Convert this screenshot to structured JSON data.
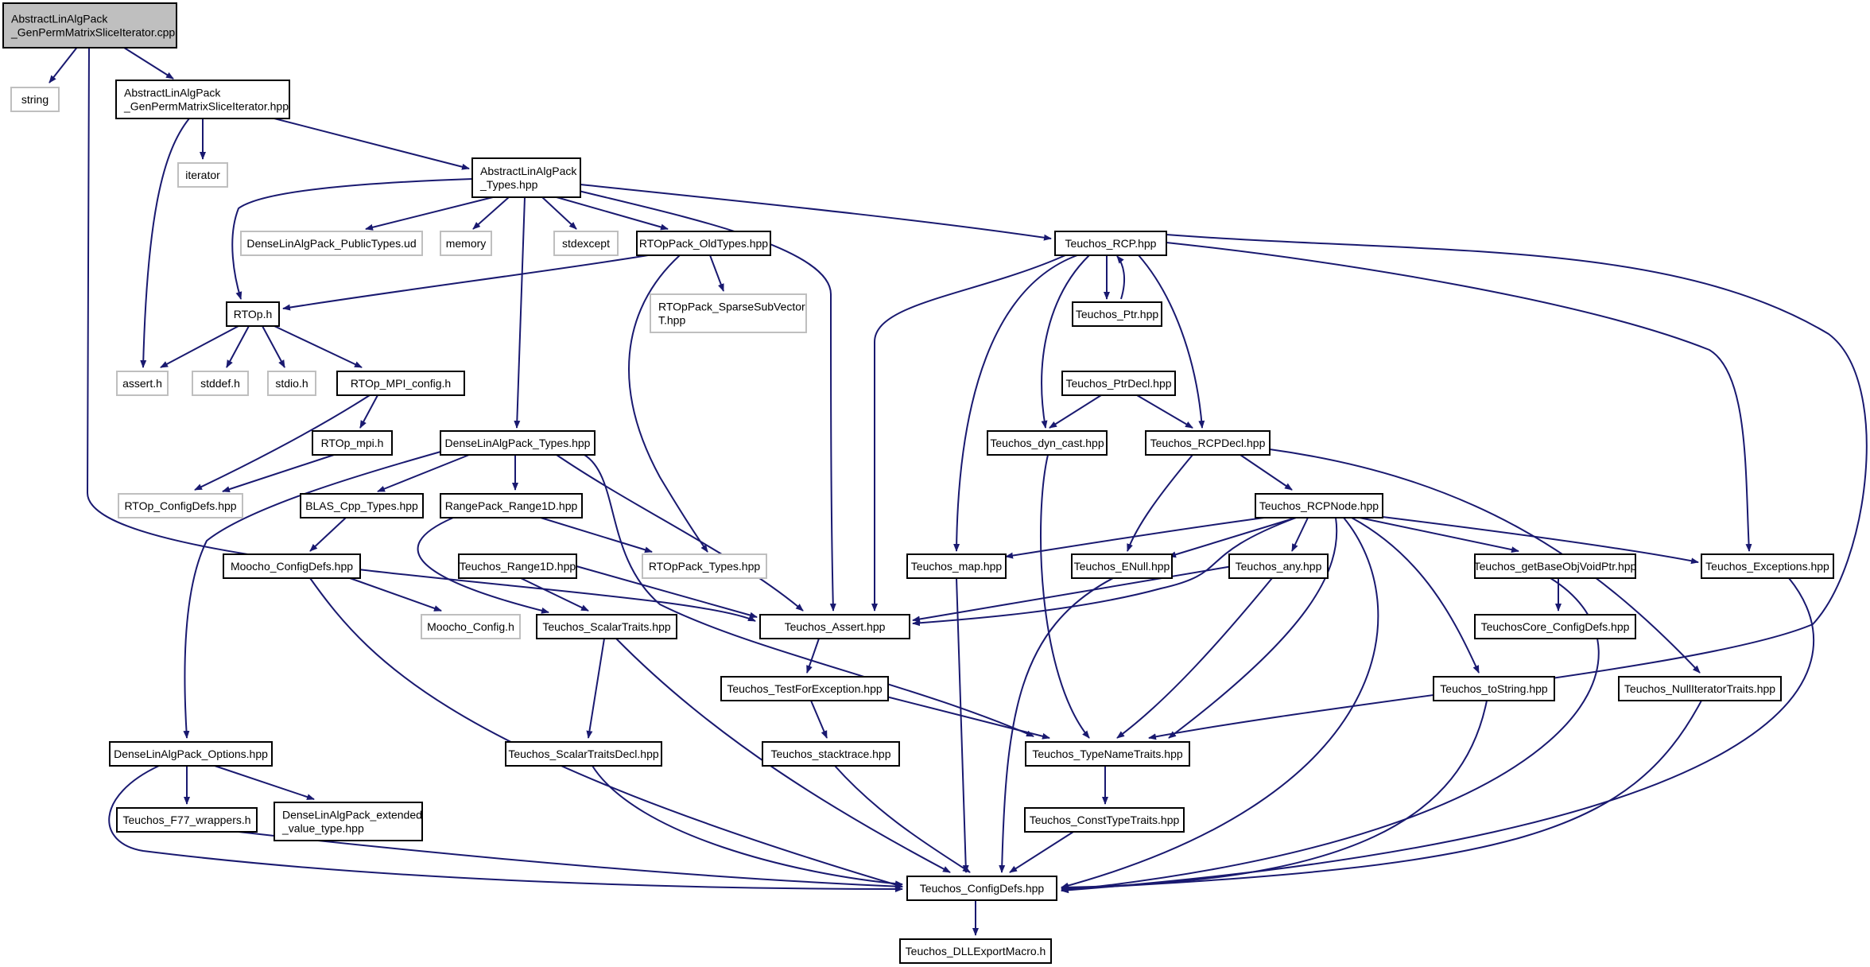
{
  "colors": {
    "edge": "#191970",
    "box_solid": "#000000",
    "box_external": "#bfbfbf",
    "root_fill": "#bfbfbf",
    "fill": "#ffffff",
    "text": "#000000"
  },
  "nodes": [
    {
      "id": "root",
      "lines": [
        "AbstractLinAlgPack",
        "_GenPermMatrixSliceIterator.cpp"
      ],
      "kind": "root"
    },
    {
      "id": "string",
      "lines": [
        "string"
      ],
      "kind": "external"
    },
    {
      "id": "gpmsi_hpp",
      "lines": [
        "AbstractLinAlgPack",
        "_GenPermMatrixSliceIterator.hpp"
      ],
      "kind": "local"
    },
    {
      "id": "iterator",
      "lines": [
        "iterator"
      ],
      "kind": "external"
    },
    {
      "id": "ala_types",
      "lines": [
        "AbstractLinAlgPack",
        "_Types.hpp"
      ],
      "kind": "local"
    },
    {
      "id": "dla_pub",
      "lines": [
        "DenseLinAlgPack_PublicTypes.ud"
      ],
      "kind": "external"
    },
    {
      "id": "memory",
      "lines": [
        "memory"
      ],
      "kind": "external"
    },
    {
      "id": "stdexcept",
      "lines": [
        "stdexcept"
      ],
      "kind": "external"
    },
    {
      "id": "rtop_old",
      "lines": [
        "RTOpPack_OldTypes.hpp"
      ],
      "kind": "local"
    },
    {
      "id": "rcp",
      "lines": [
        "Teuchos_RCP.hpp"
      ],
      "kind": "local"
    },
    {
      "id": "rtop_h",
      "lines": [
        "RTOp.h"
      ],
      "kind": "local"
    },
    {
      "id": "sparse",
      "lines": [
        "RTOpPack_SparseSubVector",
        "T.hpp"
      ],
      "kind": "external"
    },
    {
      "id": "ptr",
      "lines": [
        "Teuchos_Ptr.hpp"
      ],
      "kind": "local"
    },
    {
      "id": "assert_h",
      "lines": [
        "assert.h"
      ],
      "kind": "external"
    },
    {
      "id": "stddef",
      "lines": [
        "stddef.h"
      ],
      "kind": "external"
    },
    {
      "id": "stdio",
      "lines": [
        "stdio.h"
      ],
      "kind": "external"
    },
    {
      "id": "mpi_config",
      "lines": [
        "RTOp_MPI_config.h"
      ],
      "kind": "local"
    },
    {
      "id": "ptrdecl",
      "lines": [
        "Teuchos_PtrDecl.hpp"
      ],
      "kind": "local"
    },
    {
      "id": "dla_types",
      "lines": [
        "DenseLinAlgPack_Types.hpp"
      ],
      "kind": "local"
    },
    {
      "id": "rtop_mpi",
      "lines": [
        "RTOp_mpi.h"
      ],
      "kind": "local"
    },
    {
      "id": "dyn_cast",
      "lines": [
        "Teuchos_dyn_cast.hpp"
      ],
      "kind": "local"
    },
    {
      "id": "rcpdecl",
      "lines": [
        "Teuchos_RCPDecl.hpp"
      ],
      "kind": "local"
    },
    {
      "id": "rtop_cfg",
      "lines": [
        "RTOp_ConfigDefs.hpp"
      ],
      "kind": "external"
    },
    {
      "id": "blas",
      "lines": [
        "BLAS_Cpp_Types.hpp"
      ],
      "kind": "local"
    },
    {
      "id": "range1d",
      "lines": [
        "RangePack_Range1D.hpp"
      ],
      "kind": "local"
    },
    {
      "id": "rcpnode",
      "lines": [
        "Teuchos_RCPNode.hpp"
      ],
      "kind": "local"
    },
    {
      "id": "moocho_cfg",
      "lines": [
        "Moocho_ConfigDefs.hpp"
      ],
      "kind": "local"
    },
    {
      "id": "t_range1d",
      "lines": [
        "Teuchos_Range1D.hpp"
      ],
      "kind": "local"
    },
    {
      "id": "rtoppack_types",
      "lines": [
        "RTOpPack_Types.hpp"
      ],
      "kind": "external"
    },
    {
      "id": "map",
      "lines": [
        "Teuchos_map.hpp"
      ],
      "kind": "local"
    },
    {
      "id": "enull",
      "lines": [
        "Teuchos_ENull.hpp"
      ],
      "kind": "local"
    },
    {
      "id": "any",
      "lines": [
        "Teuchos_any.hpp"
      ],
      "kind": "local"
    },
    {
      "id": "getbase",
      "lines": [
        "Teuchos_getBaseObjVoidPtr.hpp"
      ],
      "kind": "local"
    },
    {
      "id": "exceptions",
      "lines": [
        "Teuchos_Exceptions.hpp"
      ],
      "kind": "local"
    },
    {
      "id": "moocho_config",
      "lines": [
        "Moocho_Config.h"
      ],
      "kind": "external"
    },
    {
      "id": "scalar",
      "lines": [
        "Teuchos_ScalarTraits.hpp"
      ],
      "kind": "local"
    },
    {
      "id": "t_assert",
      "lines": [
        "Teuchos_Assert.hpp"
      ],
      "kind": "local"
    },
    {
      "id": "core_cfg",
      "lines": [
        "TeuchosCore_ConfigDefs.hpp"
      ],
      "kind": "local"
    },
    {
      "id": "testexc",
      "lines": [
        "Teuchos_TestForException.hpp"
      ],
      "kind": "local"
    },
    {
      "id": "tostring",
      "lines": [
        "Teuchos_toString.hpp"
      ],
      "kind": "local"
    },
    {
      "id": "nulliter",
      "lines": [
        "Teuchos_NullIteratorTraits.hpp"
      ],
      "kind": "local"
    },
    {
      "id": "dla_options",
      "lines": [
        "DenseLinAlgPack_Options.hpp"
      ],
      "kind": "local"
    },
    {
      "id": "scalardecl",
      "lines": [
        "Teuchos_ScalarTraitsDecl.hpp"
      ],
      "kind": "local"
    },
    {
      "id": "stacktrace",
      "lines": [
        "Teuchos_stacktrace.hpp"
      ],
      "kind": "local"
    },
    {
      "id": "typename",
      "lines": [
        "Teuchos_TypeNameTraits.hpp"
      ],
      "kind": "local"
    },
    {
      "id": "f77",
      "lines": [
        "Teuchos_F77_wrappers.h"
      ],
      "kind": "local"
    },
    {
      "id": "dla_ext",
      "lines": [
        "DenseLinAlgPack_extended",
        "_value_type.hpp"
      ],
      "kind": "local"
    },
    {
      "id": "consttype",
      "lines": [
        "Teuchos_ConstTypeTraits.hpp"
      ],
      "kind": "local"
    },
    {
      "id": "t_cfg",
      "lines": [
        "Teuchos_ConfigDefs.hpp"
      ],
      "kind": "local"
    },
    {
      "id": "dll",
      "lines": [
        "Teuchos_DLLExportMacro.h"
      ],
      "kind": "local"
    }
  ]
}
